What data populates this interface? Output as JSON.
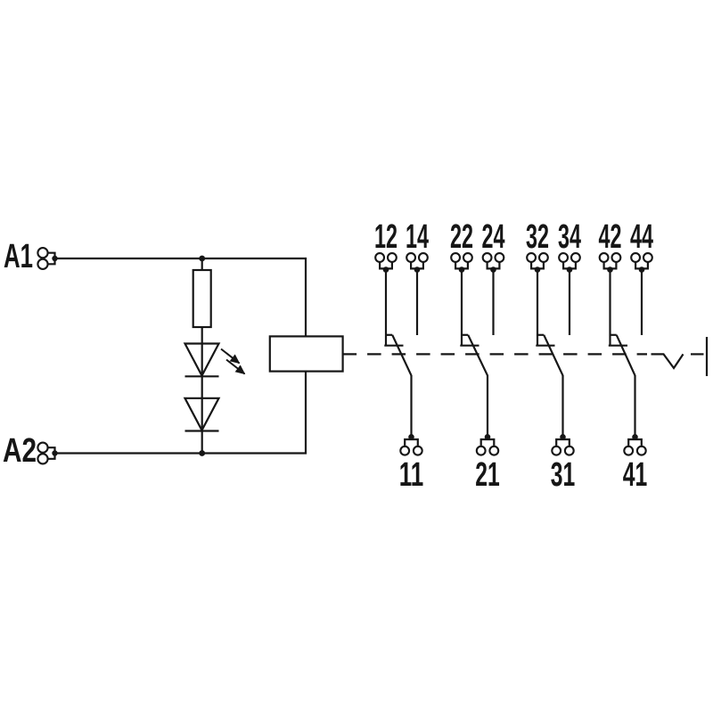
{
  "diagram": {
    "kind": "relay-wiring-schematic",
    "colors": {
      "line": "#161616",
      "background": "#ffffff"
    },
    "coil_circuit": {
      "a1_label": "A1",
      "a2_label": "A2",
      "symbols": {
        "resistor": "resistor-box-symbol",
        "led": "led-diode-with-emission-arrows",
        "diode": "diode-symbol",
        "coil": "relay-coil-box"
      }
    },
    "linkage": {
      "style": "dashed-mechanical-linkage",
      "end": "end-stop-bar"
    },
    "poles": [
      {
        "nc_label": "12",
        "no_label": "14",
        "common_label": "11"
      },
      {
        "nc_label": "22",
        "no_label": "24",
        "common_label": "21"
      },
      {
        "nc_label": "32",
        "no_label": "34",
        "common_label": "31"
      },
      {
        "nc_label": "42",
        "no_label": "44",
        "common_label": "41"
      }
    ]
  }
}
